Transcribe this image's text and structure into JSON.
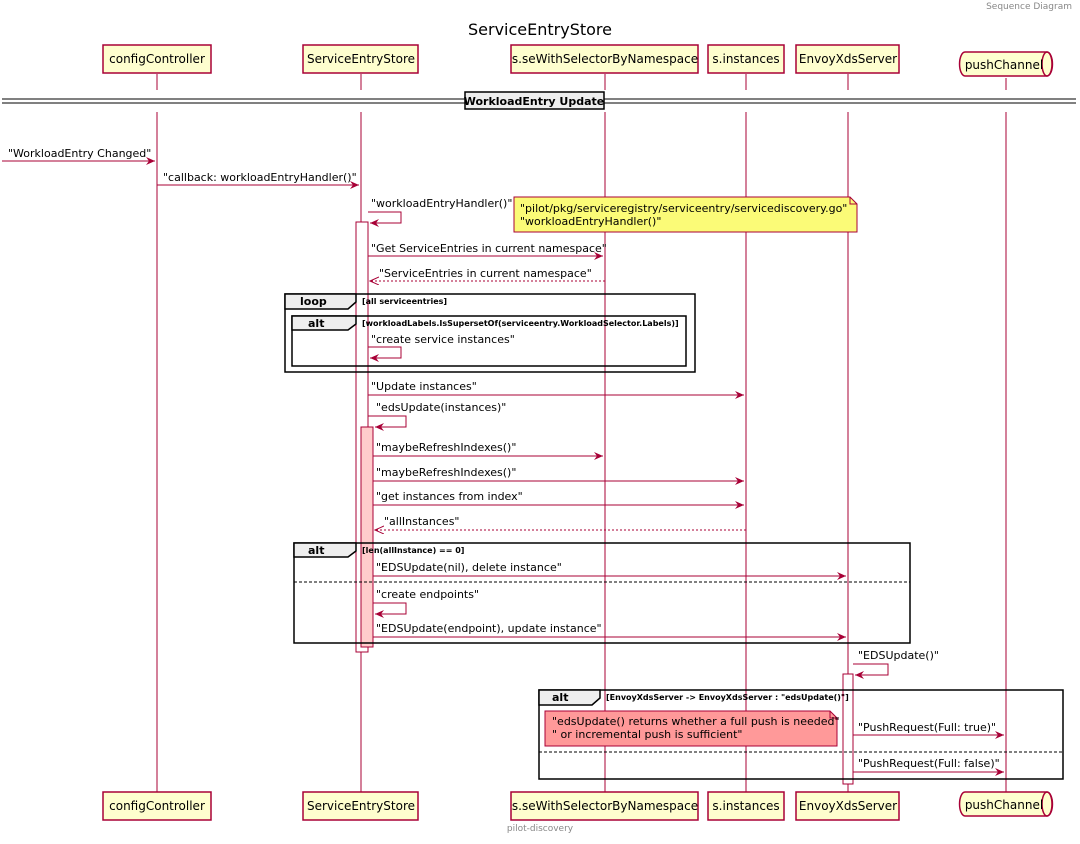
{
  "corner_label": "Sequence Diagram",
  "title": "ServiceEntryStore",
  "footer": "pilot-discovery",
  "participants": {
    "config_controller": "configController",
    "service_entry_store": "ServiceEntryStore",
    "se_with_selector": "s.seWithSelectorByNamespace",
    "instances": "s.instances",
    "envoy_xds_server": "EnvoyXdsServer",
    "push_channel": "pushChannel"
  },
  "divider": "WorkloadEntry Update",
  "messages": {
    "m1": "\"WorkloadEntry Changed\"",
    "m2": "\"callback: workloadEntryHandler()\"",
    "m3": "\"workloadEntryHandler()\"",
    "m4": "\"Get ServiceEntries in current namespace\"",
    "m5": "\"ServiceEntries in current namespace\"",
    "m6": "\"create service instances\"",
    "m7": "\"Update instances\"",
    "m8": "\"edsUpdate(instances)\"",
    "m9": "\"maybeRefreshIndexes()\"",
    "m10": "\"maybeRefreshIndexes()\"",
    "m11": "\"get instances from index\"",
    "m12": "\"allInstances\"",
    "m13": "\"EDSUpdate(nil), delete instance\"",
    "m14": "\"create endpoints\"",
    "m15": "\"EDSUpdate(endpoint), update instance\"",
    "m16": "\"EDSUpdate()\"",
    "m17": "\"PushRequest(Full: true)\"",
    "m18": "\"PushRequest(Full: false)\""
  },
  "frames": {
    "loop_kw": "loop",
    "loop_guard": "[all serviceentries]",
    "alt1_kw": "alt",
    "alt1_guard": "[workloadLabels.IsSupersetOf(serviceentry.WorkloadSelector.Labels)]",
    "alt2_kw": "alt",
    "alt2_guard": "[len(allInstance) == 0]",
    "alt3_kw": "alt",
    "alt3_guard": "[EnvoyXdsServer -> EnvoyXdsServer : \"edsUpdate()\"]"
  },
  "notes": {
    "file_line1": "\"pilot/pkg/serviceregistry/serviceentry/servicediscovery.go\"",
    "file_line2": "\"workloadEntryHandler()\"",
    "push_line1": "\"edsUpdate() returns whether a full push is needed\"",
    "push_line2": "\" or incremental push is sufficient\""
  },
  "colors": {
    "arrow": "#a80036",
    "participant_fill": "#fefece",
    "participant_border": "#a80036",
    "note_yellow": "#fbfb77",
    "note_red": "#ff9999",
    "activation_fill": "#ffcccc"
  }
}
